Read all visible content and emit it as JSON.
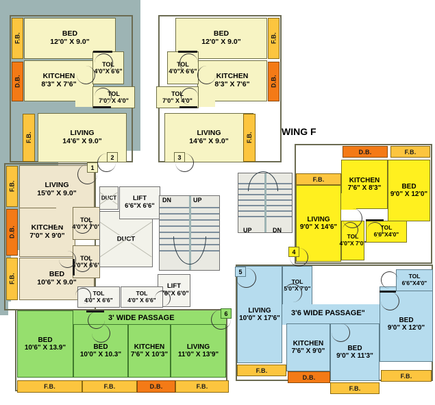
{
  "title": "WING F",
  "plan": {
    "wing_label": "WING F",
    "passages": [
      {
        "id": "passage-lower-left",
        "text": "3' WIDE PASSAGE"
      },
      {
        "id": "passage-lower-right",
        "text": "3'6 WIDE PASSAGE\""
      }
    ],
    "core": {
      "lift_upper": {
        "name": "LIFT",
        "dim": "6'6\"X 6'6\""
      },
      "lift_lower": {
        "name": "LIFT",
        "dim": "5'6\"X 6'0\""
      },
      "duct_small": "DUCT",
      "duct_large": "DUCT",
      "stair_left": {
        "down": "DN",
        "up": "UP"
      },
      "stair_right": {
        "up": "UP",
        "down": "DN"
      },
      "toilets": [
        {
          "name": "TOL",
          "dim": "4'0\" X 6'6\""
        },
        {
          "name": "TOL",
          "dim": "4'0\" X 6'6\""
        }
      ]
    },
    "units": {
      "top_left": {
        "rooms": [
          {
            "name": "BED",
            "dim": "12'0\" X 9.0\""
          },
          {
            "name": "KITCHEN",
            "dim": "8'3\" X 7'6\""
          },
          {
            "name": "TOL",
            "dim": "4'0\"X 6'6\""
          },
          {
            "name": "TOL",
            "dim": "7'0\" X 4'0\""
          },
          {
            "name": "LIVING",
            "dim": "14'6\" X 9.0\""
          }
        ],
        "balconies": [
          "F.B.",
          "D.B.",
          "F.B."
        ]
      },
      "top_right": {
        "rooms": [
          {
            "name": "BED",
            "dim": "12'0\" X 9.0\""
          },
          {
            "name": "KITCHEN",
            "dim": "8'3\" X 7'6\""
          },
          {
            "name": "TOL",
            "dim": "4'0\"X 6'6\""
          },
          {
            "name": "TOL",
            "dim": "7'0\" X 4'0\""
          },
          {
            "name": "LIVING",
            "dim": "14'6\" X 9.0\""
          }
        ],
        "balconies": [
          "F.B.",
          "D.B.",
          "F.B."
        ]
      },
      "left_middle": {
        "rooms": [
          {
            "name": "LIVING",
            "dim": "15'0\" X 9.0\""
          },
          {
            "name": "KITCHEN",
            "dim": "7'0\" X 9'0\""
          },
          {
            "name": "BED",
            "dim": "10'6\" X 9.0\""
          },
          {
            "name": "TOL",
            "dim": "4'0\"X 7'0\""
          },
          {
            "name": "TOL",
            "dim": "4'0\"X 6'6\""
          }
        ],
        "balconies": [
          "F.B.",
          "D.B.",
          "F.B."
        ]
      },
      "right_middle": {
        "rooms": [
          {
            "name": "KITCHEN",
            "dim": "7'6\" X 8'3\""
          },
          {
            "name": "BED",
            "dim": "9'0\" X 12'0\""
          },
          {
            "name": "LIVING",
            "dim": "9'0\" X 14'6\""
          },
          {
            "name": "TOL",
            "dim": "4'0\"X 7'0\""
          },
          {
            "name": "TOL",
            "dim": "6'6\"X4'0\""
          }
        ],
        "balconies": [
          "D.B.",
          "F.B.",
          "F.B."
        ]
      },
      "bottom_left": {
        "rooms": [
          {
            "name": "BED",
            "dim": "10'6\" X 13.9\""
          },
          {
            "name": "BED",
            "dim": "10'0\" X 10.3\""
          },
          {
            "name": "KITCHEN",
            "dim": "7'6\" X 10'3\""
          },
          {
            "name": "LIVING",
            "dim": "11'0\" X 13'9\""
          }
        ],
        "balconies": [
          "F.B.",
          "F.B.",
          "D.B.",
          "F.B."
        ]
      },
      "bottom_right": {
        "rooms": [
          {
            "name": "LIVING",
            "dim": "10'0\" X 17'6\""
          },
          {
            "name": "KITCHEN",
            "dim": "7'6\" X 9'0\""
          },
          {
            "name": "BED",
            "dim": "9'0\" X 11'3\""
          },
          {
            "name": "BED",
            "dim": "9'0\" X 12'0\""
          },
          {
            "name": "TOL",
            "dim": "5'0\"X 7'0\""
          },
          {
            "name": "TOL",
            "dim": "6'6\"X4'0\""
          }
        ],
        "balconies": [
          "F.B.",
          "D.B.",
          "F.B.",
          "F.B."
        ]
      }
    },
    "door_markers": [
      "1",
      "2",
      "3",
      "4",
      "5",
      "6"
    ]
  }
}
